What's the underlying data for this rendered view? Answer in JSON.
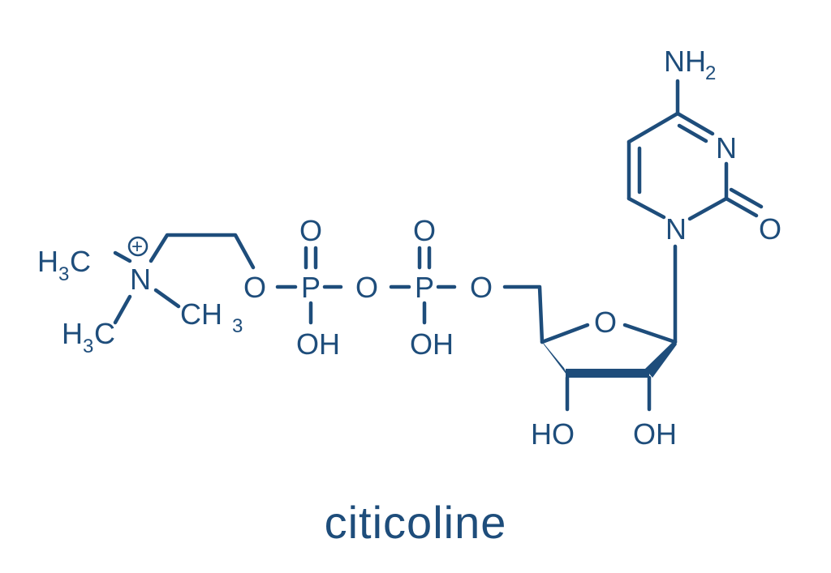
{
  "colors": {
    "ink": "#1e4d7b",
    "background": "#ffffff"
  },
  "molecule": {
    "name": "citicoline",
    "labels": {
      "h3c_top": "H",
      "h3c_top_sub": "3",
      "h3c_top_c": "C",
      "n_plus": "N",
      "charge": "+",
      "ch3_right_c": "CH",
      "ch3_right_sub": "3",
      "h3c_bottom": "H",
      "h3c_bottom_sub": "3",
      "h3c_bottom_c": "C",
      "o1": "O",
      "p1": "P",
      "o_bridge": "O",
      "p2": "P",
      "o2": "O",
      "p1_dbl_o": "O",
      "p2_dbl_o": "O",
      "p1_oh": "OH",
      "p2_oh": "OH",
      "ring_o": "O",
      "ho_left": "HO",
      "oh_right": "OH",
      "n1": "N",
      "n3": "N",
      "carbonyl_o": "O",
      "nh2": "NH",
      "nh2_sub": "2"
    }
  }
}
